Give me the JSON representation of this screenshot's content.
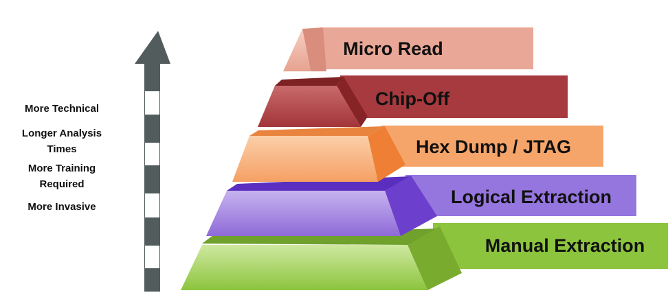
{
  "left_labels": [
    "More Technical",
    "Longer Analysis Times",
    "More Training Required",
    "More Invasive"
  ],
  "levels": [
    {
      "label": "Micro Read",
      "color": "#e9a797"
    },
    {
      "label": "Chip-Off",
      "color": "#a63a3e"
    },
    {
      "label": "Hex Dump / JTAG",
      "color": "#f6a56a"
    },
    {
      "label": "Logical Extraction",
      "color": "#9575de"
    },
    {
      "label": "Manual Extraction",
      "color": "#8cc43e"
    }
  ],
  "arrow_color": "#525c5c"
}
